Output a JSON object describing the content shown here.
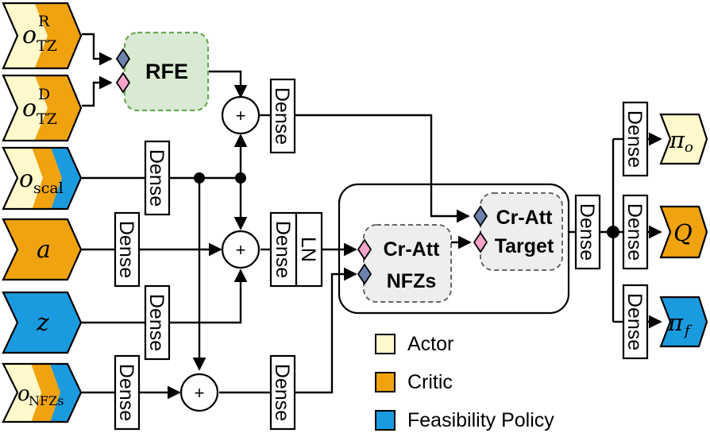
{
  "colors": {
    "actor": "#fff9cc",
    "critic": "#f0a30f",
    "feasibility": "#1a9be0",
    "rfe_fill": "#d9ead3",
    "rfe_border": "#6aa84f",
    "crossatt_fill": "#eeeeee",
    "diamond_blue": "#6d83ad",
    "diamond_pink": "#f5a3c9"
  },
  "inputs": {
    "o_rtz": {
      "base": "o",
      "sup": "R",
      "sub": "TZ"
    },
    "o_dtz": {
      "base": "o",
      "sup": "D",
      "sub": "TZ"
    },
    "o_scal": {
      "base": "o",
      "sub": "scal"
    },
    "a": {
      "base": "a"
    },
    "z": {
      "base": "z"
    },
    "o_nfzs": {
      "base": "o",
      "sub": "NFZs"
    }
  },
  "blocks": {
    "rfe": "RFE",
    "dense": "Dense",
    "ln": "LN",
    "plus": "+",
    "cratt_nfz_line1": "Cr-Att",
    "cratt_nfz_line2": "NFZs",
    "cratt_target_line1": "Cr-Att",
    "cratt_target_line2": "Target"
  },
  "outputs": {
    "pi_o": {
      "base": "π",
      "sub": "o"
    },
    "q": {
      "base": "Q"
    },
    "pi_f": {
      "base": "π",
      "sub": "f"
    }
  },
  "legend": [
    {
      "label": "Actor",
      "color": "#fff9cc"
    },
    {
      "label": "Critic",
      "color": "#f0a30f"
    },
    {
      "label": "Feasibility Policy",
      "color": "#1a9be0"
    }
  ]
}
